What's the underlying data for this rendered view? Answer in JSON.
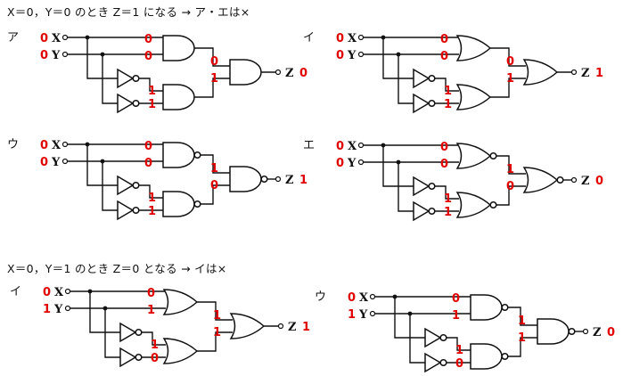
{
  "headings": [
    "X＝0，Y＝0 のとき Z＝1 になる → ア・エは×",
    "X＝0，Y＝1 のとき Z＝0 となる → イは×"
  ],
  "colors": {
    "value": "#e00000",
    "line": "#111111"
  },
  "panels": [
    {
      "id": "a-top",
      "label": "ア",
      "first_gate": "AND",
      "final_gate": "AND",
      "inputs": {
        "X": "0",
        "Y": "0"
      },
      "values": {
        "g1_in1": "0",
        "g1_in2": "0",
        "g2_in1": "1",
        "g2_in2": "1",
        "final_in1": "0",
        "final_in2": "1",
        "Z": "0"
      }
    },
    {
      "id": "i-top",
      "label": "イ",
      "first_gate": "OR",
      "final_gate": "OR",
      "inputs": {
        "X": "0",
        "Y": "0"
      },
      "values": {
        "g1_in1": "0",
        "g1_in2": "0",
        "g2_in1": "1",
        "g2_in2": "1",
        "final_in1": "0",
        "final_in2": "1",
        "Z": "1"
      }
    },
    {
      "id": "u-mid",
      "label": "ウ",
      "first_gate": "NAND",
      "final_gate": "NAND",
      "inputs": {
        "X": "0",
        "Y": "0"
      },
      "values": {
        "g1_in1": "0",
        "g1_in2": "0",
        "g2_in1": "1",
        "g2_in2": "1",
        "final_in1": "1",
        "final_in2": "0",
        "Z": "1"
      }
    },
    {
      "id": "e-mid",
      "label": "エ",
      "first_gate": "NOR",
      "final_gate": "NOR",
      "inputs": {
        "X": "0",
        "Y": "0"
      },
      "values": {
        "g1_in1": "0",
        "g1_in2": "0",
        "g2_in1": "1",
        "g2_in2": "1",
        "final_in1": "1",
        "final_in2": "0",
        "Z": "0"
      }
    },
    {
      "id": "i-bottom",
      "label": "イ",
      "first_gate": "OR",
      "final_gate": "OR",
      "inputs": {
        "X": "0",
        "Y": "1"
      },
      "values": {
        "g1_in1": "0",
        "g1_in2": "1",
        "g2_in1": "1",
        "g2_in2": "0",
        "final_in1": "1",
        "final_in2": "1",
        "Z": "1"
      }
    },
    {
      "id": "u-bottom",
      "label": "ウ",
      "first_gate": "NAND",
      "final_gate": "NAND",
      "inputs": {
        "X": "0",
        "Y": "1"
      },
      "values": {
        "g1_in1": "0",
        "g1_in2": "1",
        "g2_in1": "1",
        "g2_in2": "0",
        "final_in1": "1",
        "final_in2": "1",
        "Z": "0"
      }
    }
  ],
  "terminal_names": {
    "x": "X",
    "y": "Y",
    "z": "Z"
  }
}
